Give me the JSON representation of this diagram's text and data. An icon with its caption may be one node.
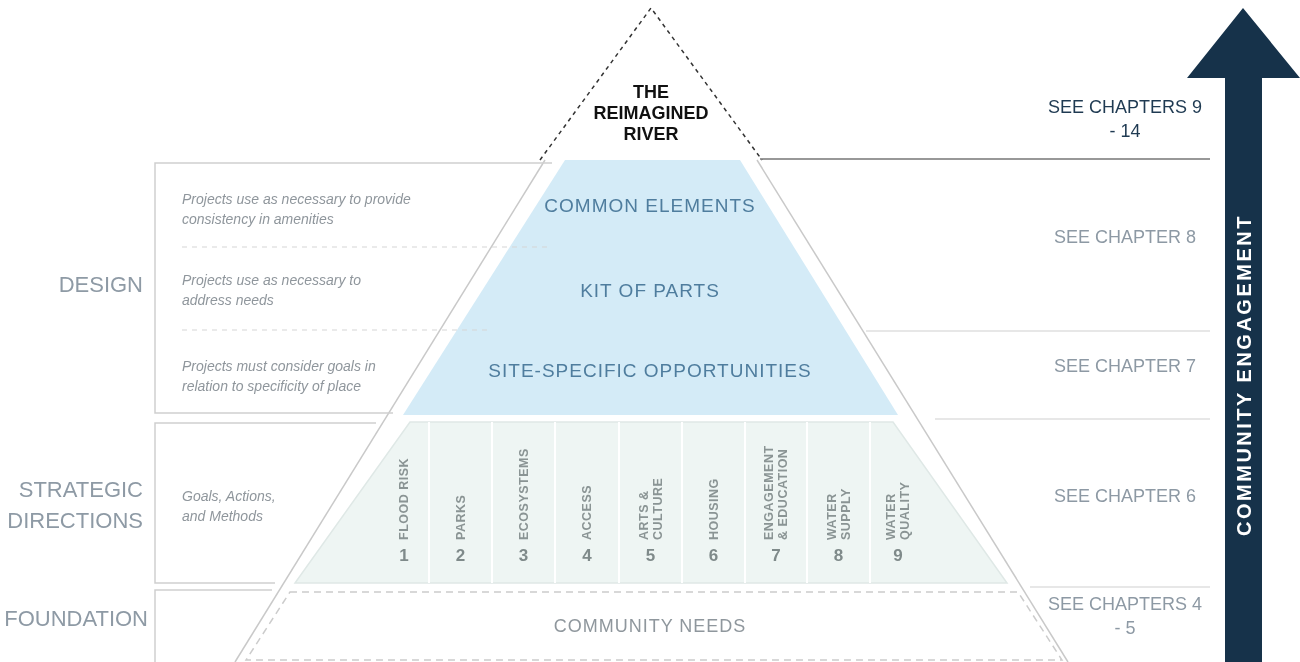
{
  "diagram": {
    "nodes": [
      {
        "text": [
          "THE REIMAGINED RIVER"
        ]
      },
      {
        "text": [
          "COMMON ELEMENTS",
          "KIT OF PARTS",
          "SITE-SPECIFIC OPPORTUNITIES"
        ]
      },
      {
        "text": [],
        "shape": "box"
      },
      {
        "text": [
          "FLOOD RISK",
          "1"
        ],
        "in": 2
      },
      {
        "text": [
          "PARKS",
          "2"
        ],
        "in": 2
      },
      {
        "text": [
          "ECOSYSTEMS",
          "3"
        ],
        "in": 2
      },
      {
        "text": [
          "ACCESS",
          "4"
        ],
        "in": 2
      },
      {
        "text": [
          "ARTS & CULTURE",
          "5"
        ],
        "in": 2
      },
      {
        "text": [
          "HOUSING",
          "6"
        ],
        "in": 2
      },
      {
        "text": [
          "ENGAGEMENT & EDUCATION",
          "7"
        ],
        "in": 2
      },
      {
        "text": [
          "WATER SUPPLY",
          "8"
        ],
        "in": 2
      },
      {
        "text": [
          "WATER QUALITY",
          "9"
        ],
        "in": 2
      },
      {
        "text": [
          "COMMUNITY NEEDS"
        ]
      },
      {
        "text": [
          "DESIGN",
          "Projects use as necessary to provide consistency in amenities",
          "Projects use as necessary to address needs",
          "Projects must consider goals in relation to specificity of place"
        ]
      },
      {
        "text": [
          "STRATEGIC DIRECTIONS",
          "Goals, Actions, and Methods"
        ]
      },
      {
        "text": [
          "FOUNDATION"
        ]
      },
      {
        "text": [
          "COMMUNITY ENGAGEMENT"
        ]
      }
    ],
    "labels": [
      "SEE CHAPTERS 9 - 14",
      "SEE CHAPTER 8",
      "SEE CHAPTER 7",
      "SEE CHAPTER 6",
      "SEE CHAPTERS 4 - 5"
    ]
  }
}
